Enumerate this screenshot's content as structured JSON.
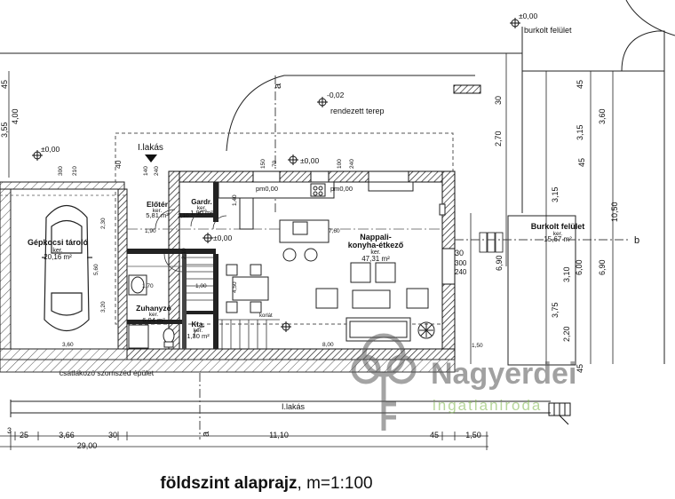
{
  "title": {
    "bold": "földszint alaprajz",
    "rest": ", m=1:100"
  },
  "elevations": {
    "top": "±0,00",
    "terrain": "-0,02",
    "garage": "±0,00",
    "living": "±0,00",
    "hall": "±0,00"
  },
  "labels": {
    "paved_top": "burkolt felület",
    "terrain": "rendezett terep",
    "apartment": "I.lakás",
    "apartment_bottom": "I.lakás",
    "neighbor": "csatlakozó szomszéd épület",
    "axis_a": "a",
    "axis_b": "b",
    "railing": "korlát",
    "pm1": "pm0,00",
    "pm2": "pm0,00"
  },
  "rooms": {
    "garage": {
      "name": "Gépkocsi tároló",
      "floor": "ker.",
      "area": "20,16 m²"
    },
    "hall": {
      "name": "Előtér",
      "floor": "ker.",
      "area": "5,81 m²"
    },
    "wardrobe": {
      "name": "Gardr.",
      "floor": "ker.",
      "area": "1,90 m²"
    },
    "living": {
      "name": "Nappali-",
      "name2": "konyha-étkező",
      "floor": "ker.",
      "area": "47,31 m²"
    },
    "shower": {
      "name": "Zuhanyzó",
      "floor": "ker.",
      "area": "6,04 m²"
    },
    "storage": {
      "name": "Kta.",
      "floor": "ker.",
      "area": "1,30 m²"
    },
    "paved": {
      "name": "Burkolt felület",
      "floor": "ker.",
      "area": "15,67 m²"
    }
  },
  "dims_bottom": [
    "3",
    "25",
    "3,66",
    "30",
    "11,10",
    "45",
    "1,50"
  ],
  "dim_total": "29,00",
  "dims_right_outer": [
    "45",
    "3,15",
    "3,60",
    "10,50",
    "6,90"
  ],
  "dims_right_mid": [
    "30",
    "2,70",
    "3,15",
    "45",
    "3,10",
    "6,00",
    "3,75",
    "2,20",
    "45"
  ],
  "dims_right_inner": [
    "30",
    "6,90"
  ],
  "dims_left": [
    "45",
    "4,00",
    "3,55"
  ],
  "dims_misc": [
    "40",
    "300",
    "210",
    "140",
    "240",
    "150",
    "70",
    "100",
    "240",
    "7,60",
    "1,90",
    "2,30",
    "5,60",
    "3,20",
    "3,60",
    "1,70",
    "8,00",
    "1,50",
    "300",
    "240",
    "2,10",
    "1,00",
    "4,50",
    "1,40",
    "2,10"
  ],
  "watermark": {
    "name": "Nagyerdei",
    "sub": "ingatlaniroda"
  }
}
